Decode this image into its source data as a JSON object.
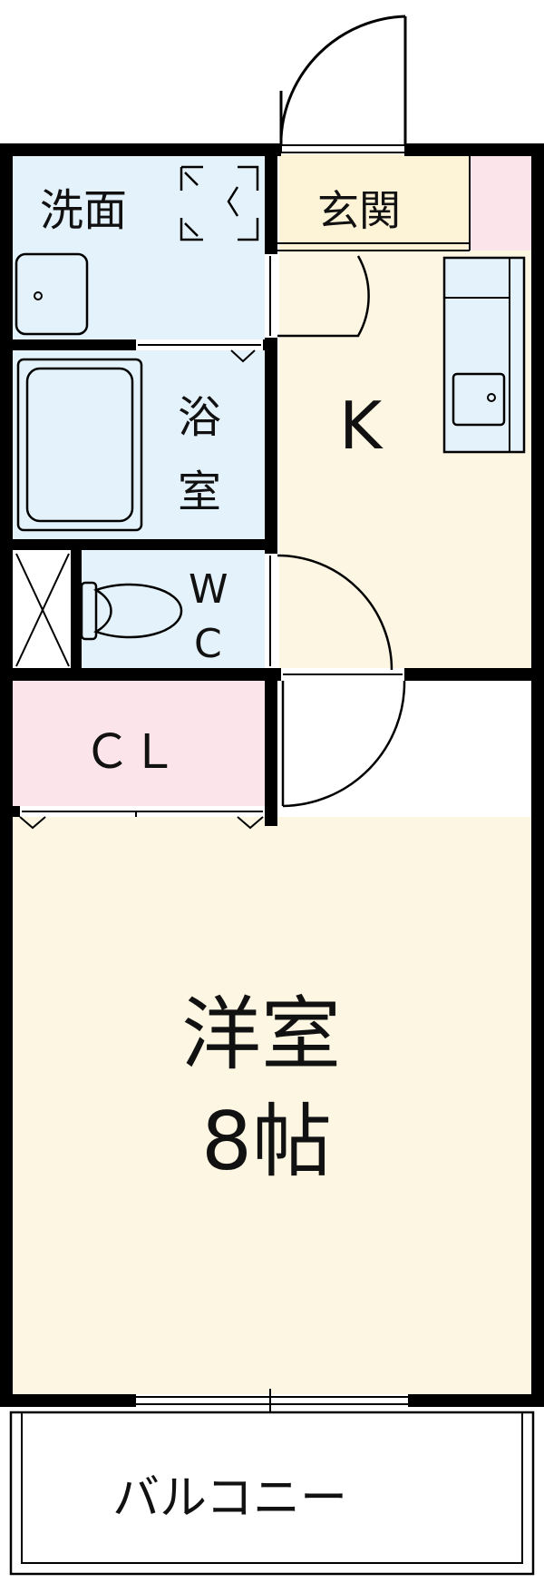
{
  "rooms": {
    "washroom": "洗面",
    "entrance": "玄関",
    "kitchen": "K",
    "bath_line1": "浴",
    "bath_line2": "室",
    "wc_line1": "W",
    "wc_line2": "C",
    "closet": "ＣＬ",
    "western_line1": "洋室",
    "western_line2": "8帖",
    "balcony": "バルコニー"
  },
  "colors": {
    "wall": "#000000",
    "wet_area": "#e4f3fb",
    "floor": "#fdf6e3",
    "closet": "#fbe4ea",
    "entrance": "#fdf3d6",
    "balcony": "#ffffff"
  }
}
